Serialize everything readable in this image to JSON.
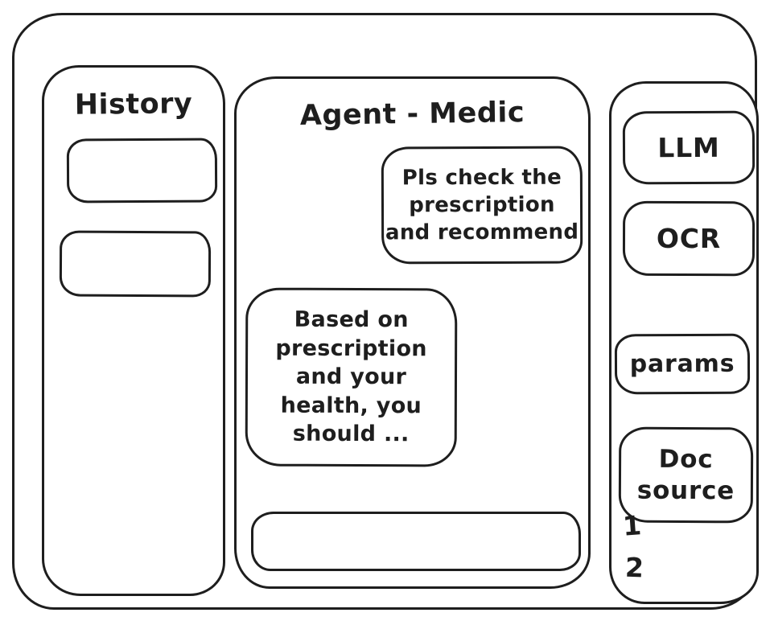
{
  "colors": {
    "stroke": "#1e1e1e",
    "background": "#ffffff"
  },
  "history_panel": {
    "title": "History",
    "items": [
      {
        "label": ""
      },
      {
        "label": ""
      }
    ]
  },
  "chat_panel": {
    "title": "Agent - Medic",
    "messages": [
      {
        "role": "user",
        "text": "Pls check the\nprescription\nand recommend"
      },
      {
        "role": "assistant",
        "text": "Based on\nprescription\nand your\nhealth, you\nshould ..."
      }
    ],
    "input": {
      "value": "",
      "placeholder": ""
    }
  },
  "tools_panel": {
    "buttons": [
      {
        "id": "llm",
        "label": "LLM"
      },
      {
        "id": "ocr",
        "label": "OCR"
      },
      {
        "id": "params",
        "label": "params"
      },
      {
        "id": "doc-source",
        "label": "Doc\nsource"
      }
    ],
    "doc_items": [
      "1",
      "2"
    ]
  }
}
